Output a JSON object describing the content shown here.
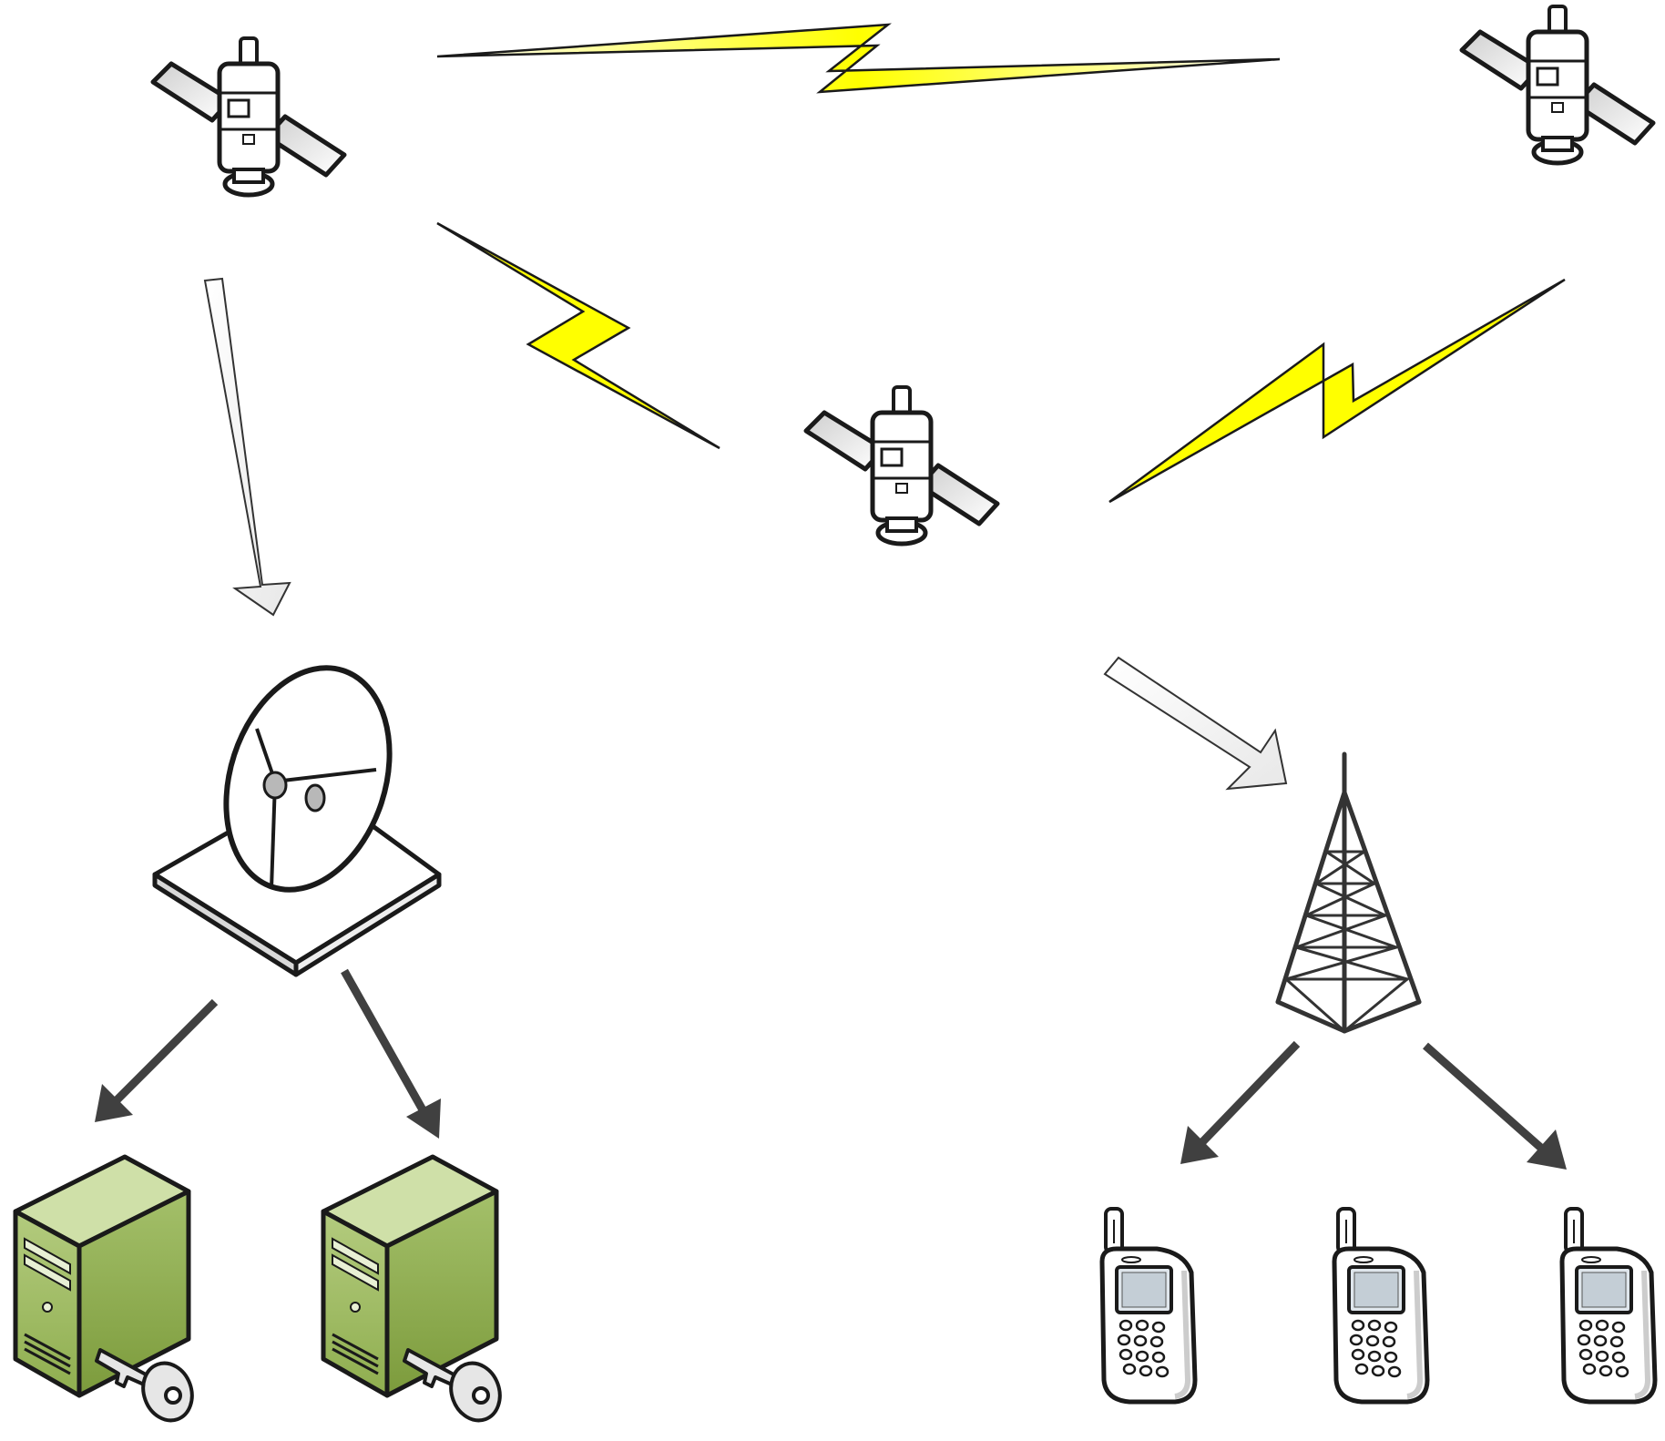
{
  "diagram": {
    "nodes": [
      {
        "id": "satellite-top-left",
        "kind": "satellite-icon"
      },
      {
        "id": "satellite-top-right",
        "kind": "satellite-icon"
      },
      {
        "id": "satellite-center",
        "kind": "satellite-icon"
      },
      {
        "id": "ground-station",
        "kind": "satellite-dish-icon"
      },
      {
        "id": "server-left",
        "kind": "secure-server-icon"
      },
      {
        "id": "server-right",
        "kind": "secure-server-icon"
      },
      {
        "id": "cell-tower",
        "kind": "radio-tower-icon"
      },
      {
        "id": "phone-left",
        "kind": "mobile-phone-icon"
      },
      {
        "id": "phone-middle",
        "kind": "mobile-phone-icon"
      },
      {
        "id": "phone-right",
        "kind": "mobile-phone-icon"
      }
    ],
    "links": [
      {
        "from": "satellite-top-left",
        "to": "satellite-top-right",
        "style": "wireless-bolt"
      },
      {
        "from": "satellite-top-left",
        "to": "satellite-center",
        "style": "wireless-bolt"
      },
      {
        "from": "satellite-top-right",
        "to": "satellite-center",
        "style": "wireless-bolt"
      },
      {
        "from": "satellite-top-left",
        "to": "ground-station",
        "style": "hollow-arrow"
      },
      {
        "from": "satellite-center",
        "to": "cell-tower",
        "style": "hollow-arrow"
      },
      {
        "from": "ground-station",
        "to": "server-left",
        "style": "solid-arrow"
      },
      {
        "from": "ground-station",
        "to": "server-right",
        "style": "solid-arrow"
      },
      {
        "from": "cell-tower",
        "to": "phone-left",
        "style": "solid-arrow"
      },
      {
        "from": "cell-tower",
        "to": "phone-right",
        "style": "solid-arrow"
      }
    ],
    "colors": {
      "bolt": "#ffff00",
      "server_front": "#9ab85c",
      "server_side": "#7f9e3e",
      "server_top": "#c6d99e",
      "panel": "#e6e6e6",
      "arrow": "#404040",
      "outline": "#1a1a1a"
    }
  }
}
